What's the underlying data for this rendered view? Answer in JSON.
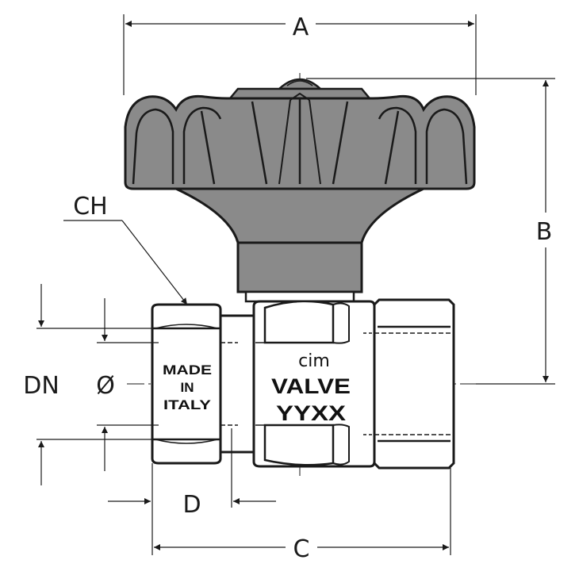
{
  "labels": {
    "A": "A",
    "B": "B",
    "C": "C",
    "D": "D",
    "CH": "CH",
    "DN": "DN",
    "diameter": "Ø"
  },
  "body_marking": {
    "brand": "cim",
    "line1": "VALVE",
    "line2": "YYXX"
  },
  "nut_marking": {
    "line1": "MADE",
    "line2": "IN",
    "line3": "ITALY"
  },
  "colors": {
    "line": "#1a1a1a",
    "handwheel": "#8a8a8a",
    "stem": "#8a8a8a",
    "body": "#ffffff"
  }
}
